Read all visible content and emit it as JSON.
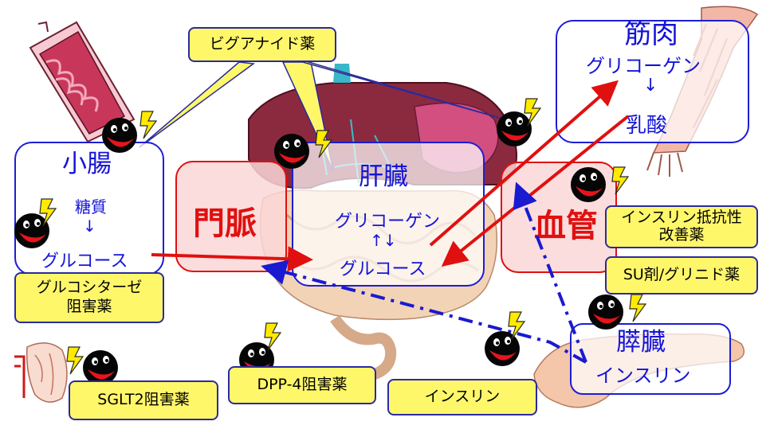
{
  "colors": {
    "organ_border": "#1d1dd6",
    "blood_red": "#e01010",
    "callout_fill": "#fff76a",
    "bolt_yellow": "#ffea00",
    "pacman_red": "#e8141c"
  },
  "organs": {
    "small_intestine": {
      "title": "小腸",
      "substance": "糖質",
      "arrow": "↓",
      "product": "グルコース"
    },
    "portal_vein": {
      "label": "門脈"
    },
    "liver": {
      "title": "肝臓",
      "store": "グリコーゲン",
      "arrow": "↑↓",
      "product": "グルコース"
    },
    "blood_vessel": {
      "label": "血管"
    },
    "muscle": {
      "title": "筋肉",
      "store": "グリコーゲン",
      "arrow": "↓",
      "product": "乳酸"
    },
    "pancreas": {
      "title": "膵臓",
      "hormone": "インスリン"
    }
  },
  "drugs": {
    "biguanide": "ビグアナイド薬",
    "alpha_glucosidase_line1": "グルコシターゼ",
    "alpha_glucosidase_line2": "阻害薬",
    "sglt2": "SGLT2阻害薬",
    "dpp4": "DPP-4阻害薬",
    "insulin": "インスリン",
    "insulin_sensitizer_line1": "インスリン抵抗性",
    "insulin_sensitizer_line2": "改善薬",
    "su_glinide": "SU剤/グリニド薬"
  }
}
